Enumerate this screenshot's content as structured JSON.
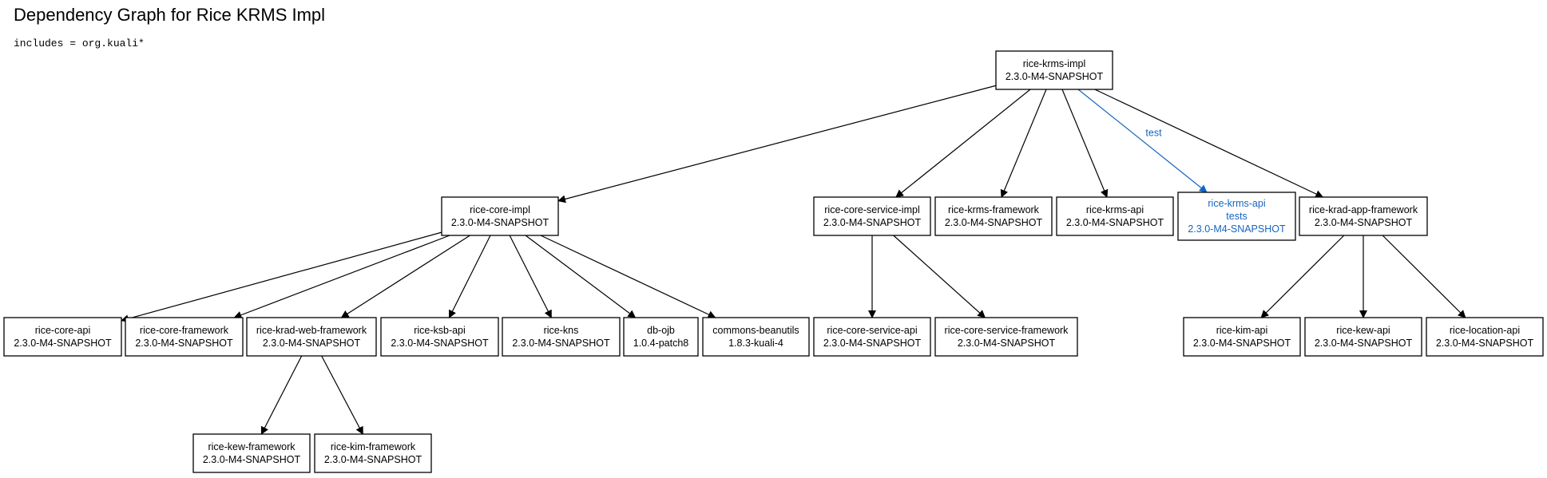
{
  "header": {
    "title": "Dependency Graph for Rice KRMS Impl",
    "subtitle": "includes = org.kuali*"
  },
  "colors": {
    "node_fill_root": "#dedede",
    "node_fill": "#ffffff",
    "edge_default": "#000000",
    "edge_test": "#1565c0"
  },
  "nodes": [
    {
      "id": "rice-krms-impl",
      "lines": [
        "rice-krms-impl",
        "2.3.0-M4-SNAPSHOT"
      ],
      "root": true
    },
    {
      "id": "rice-core-impl",
      "lines": [
        "rice-core-impl",
        "2.3.0-M4-SNAPSHOT"
      ]
    },
    {
      "id": "rice-core-service-impl",
      "lines": [
        "rice-core-service-impl",
        "2.3.0-M4-SNAPSHOT"
      ]
    },
    {
      "id": "rice-krms-framework",
      "lines": [
        "rice-krms-framework",
        "2.3.0-M4-SNAPSHOT"
      ]
    },
    {
      "id": "rice-krms-api",
      "lines": [
        "rice-krms-api",
        "2.3.0-M4-SNAPSHOT"
      ]
    },
    {
      "id": "rice-krms-api-tests",
      "lines": [
        "rice-krms-api",
        "tests",
        "2.3.0-M4-SNAPSHOT"
      ],
      "scope": "test"
    },
    {
      "id": "rice-krad-app-framework",
      "lines": [
        "rice-krad-app-framework",
        "2.3.0-M4-SNAPSHOT"
      ]
    },
    {
      "id": "rice-core-api",
      "lines": [
        "rice-core-api",
        "2.3.0-M4-SNAPSHOT"
      ]
    },
    {
      "id": "rice-core-framework",
      "lines": [
        "rice-core-framework",
        "2.3.0-M4-SNAPSHOT"
      ]
    },
    {
      "id": "rice-krad-web-framework",
      "lines": [
        "rice-krad-web-framework",
        "2.3.0-M4-SNAPSHOT"
      ]
    },
    {
      "id": "rice-ksb-api",
      "lines": [
        "rice-ksb-api",
        "2.3.0-M4-SNAPSHOT"
      ]
    },
    {
      "id": "rice-kns",
      "lines": [
        "rice-kns",
        "2.3.0-M4-SNAPSHOT"
      ]
    },
    {
      "id": "db-ojb",
      "lines": [
        "db-ojb",
        "1.0.4-patch8"
      ]
    },
    {
      "id": "commons-beanutils",
      "lines": [
        "commons-beanutils",
        "1.8.3-kuali-4"
      ]
    },
    {
      "id": "rice-core-service-api",
      "lines": [
        "rice-core-service-api",
        "2.3.0-M4-SNAPSHOT"
      ]
    },
    {
      "id": "rice-core-service-framework",
      "lines": [
        "rice-core-service-framework",
        "2.3.0-M4-SNAPSHOT"
      ]
    },
    {
      "id": "rice-kim-api",
      "lines": [
        "rice-kim-api",
        "2.3.0-M4-SNAPSHOT"
      ]
    },
    {
      "id": "rice-kew-api",
      "lines": [
        "rice-kew-api",
        "2.3.0-M4-SNAPSHOT"
      ]
    },
    {
      "id": "rice-location-api",
      "lines": [
        "rice-location-api",
        "2.3.0-M4-SNAPSHOT"
      ]
    },
    {
      "id": "rice-kew-framework",
      "lines": [
        "rice-kew-framework",
        "2.3.0-M4-SNAPSHOT"
      ]
    },
    {
      "id": "rice-kim-framework",
      "lines": [
        "rice-kim-framework",
        "2.3.0-M4-SNAPSHOT"
      ]
    }
  ],
  "edges": [
    {
      "from": "rice-krms-impl",
      "to": "rice-core-impl"
    },
    {
      "from": "rice-krms-impl",
      "to": "rice-core-service-impl"
    },
    {
      "from": "rice-krms-impl",
      "to": "rice-krms-framework"
    },
    {
      "from": "rice-krms-impl",
      "to": "rice-krms-api"
    },
    {
      "from": "rice-krms-impl",
      "to": "rice-krms-api-tests",
      "label": "test",
      "scope": "test"
    },
    {
      "from": "rice-krms-impl",
      "to": "rice-krad-app-framework"
    },
    {
      "from": "rice-core-impl",
      "to": "rice-core-api"
    },
    {
      "from": "rice-core-impl",
      "to": "rice-core-framework"
    },
    {
      "from": "rice-core-impl",
      "to": "rice-krad-web-framework"
    },
    {
      "from": "rice-core-impl",
      "to": "rice-ksb-api"
    },
    {
      "from": "rice-core-impl",
      "to": "rice-kns"
    },
    {
      "from": "rice-core-impl",
      "to": "db-ojb"
    },
    {
      "from": "rice-core-impl",
      "to": "commons-beanutils"
    },
    {
      "from": "rice-core-service-impl",
      "to": "rice-core-service-api"
    },
    {
      "from": "rice-core-service-impl",
      "to": "rice-core-service-framework"
    },
    {
      "from": "rice-krad-app-framework",
      "to": "rice-kim-api"
    },
    {
      "from": "rice-krad-app-framework",
      "to": "rice-kew-api"
    },
    {
      "from": "rice-krad-app-framework",
      "to": "rice-location-api"
    },
    {
      "from": "rice-krad-web-framework",
      "to": "rice-kew-framework"
    },
    {
      "from": "rice-krad-web-framework",
      "to": "rice-kim-framework"
    }
  ]
}
